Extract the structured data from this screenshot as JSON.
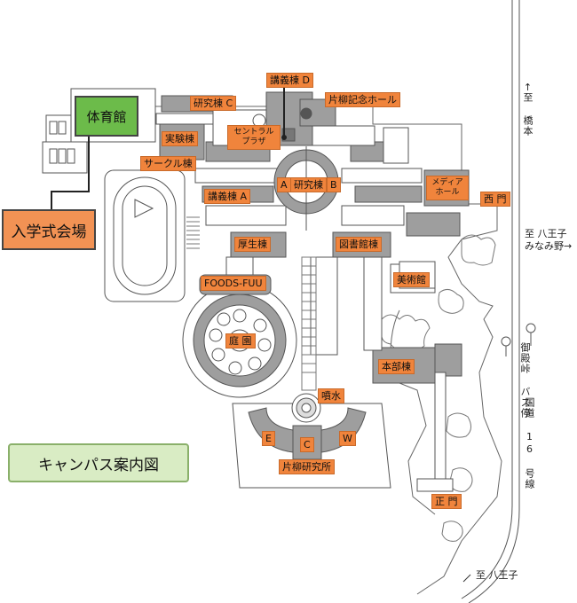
{
  "map": {
    "title": "キャンパス案内図",
    "venue": "入学式会場",
    "gym": "体育館",
    "buildings": {
      "kogi_d": "講義棟 D",
      "katayanagi_hall": "片柳記念ホール",
      "kenkyu_c": "研究棟 C",
      "jikken": "実験棟",
      "central_plaza": "セントラル プラザ",
      "circle": "サークル棟",
      "kenkyu": "研究棟",
      "wing_a": "A",
      "wing_b": "B",
      "media_hall": "メディア ホール",
      "kogi_a": "講義棟 A",
      "kosei": "厚生棟",
      "library": "図書館棟",
      "foods": "FOODS-FUU",
      "museum": "美術館",
      "garden": "庭 園",
      "honbu": "本部棟",
      "fountain": "噴水",
      "wing_e": "E",
      "wing_c": "C",
      "wing_w": "W",
      "katayanagi_lab": "片柳研究所"
    },
    "gates": {
      "west": "西 門",
      "main": "正 門"
    },
    "directions": {
      "hashimoto": "至 橋本",
      "hachioji_minamino": "至 八王子",
      "minamino": "みなみ野→",
      "bus_stop": "御殿峠 バス停",
      "route16": "国道 16 号線",
      "hachioji": "至 八王子"
    }
  }
}
